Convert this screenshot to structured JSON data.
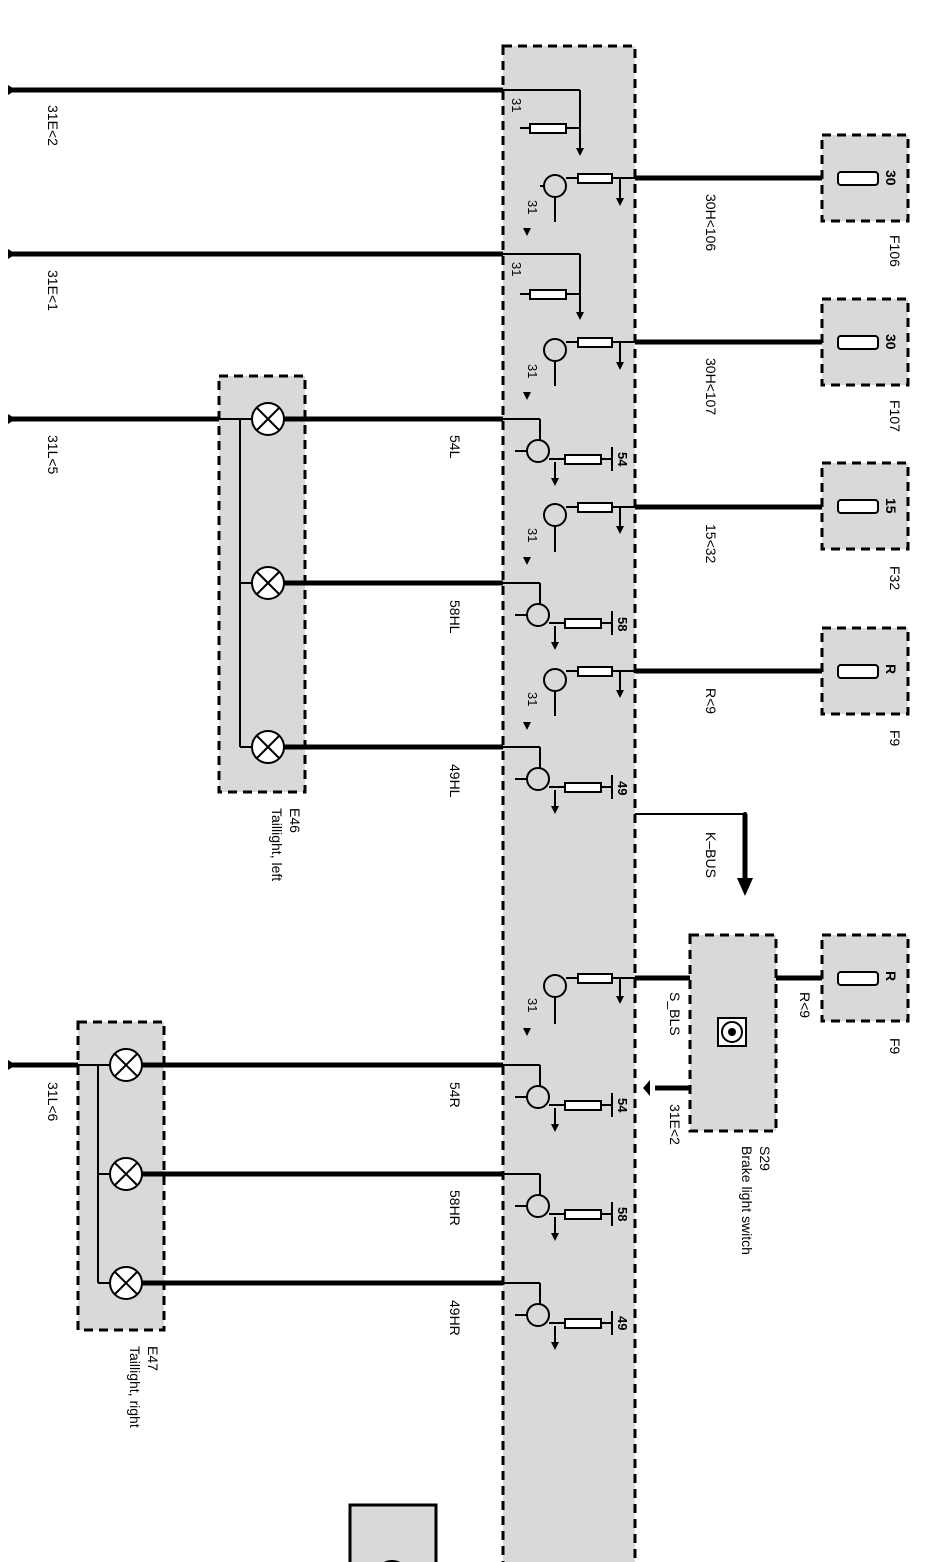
{
  "wires": {
    "w31e2_top": "31E<2",
    "w31e1": "31E<1",
    "w31l5": "31L<5",
    "w31l6": "31L<6",
    "w30h106": "30H<106",
    "w30h107": "30H<107",
    "w15_32": "15<32",
    "wR9": "R<9",
    "w54L": "54L",
    "w58HL": "58HL",
    "w49HL": "49HL",
    "w54R": "54R",
    "w58HR": "58HR",
    "w49HR": "49HR",
    "kbus": "K–BUS",
    "s_bls": "S_BLS",
    "wR9_switch": "R<9",
    "w31e2_switch": "31E<2"
  },
  "pins": {
    "p31": "31",
    "p30": "30",
    "p15": "15",
    "pR": "R",
    "p54": "54",
    "p58": "58",
    "p49": "49"
  },
  "fuses": {
    "f106": "F106",
    "f107": "F107",
    "f32": "F32",
    "f9a": "F9",
    "f9b": "F9"
  },
  "components": {
    "e46_id": "E46",
    "e46_name": "Taillight, left",
    "e47_id": "E47",
    "e47_name": "Taillight, right",
    "s29_id": "S29",
    "s29_name": "Brake light switch"
  }
}
